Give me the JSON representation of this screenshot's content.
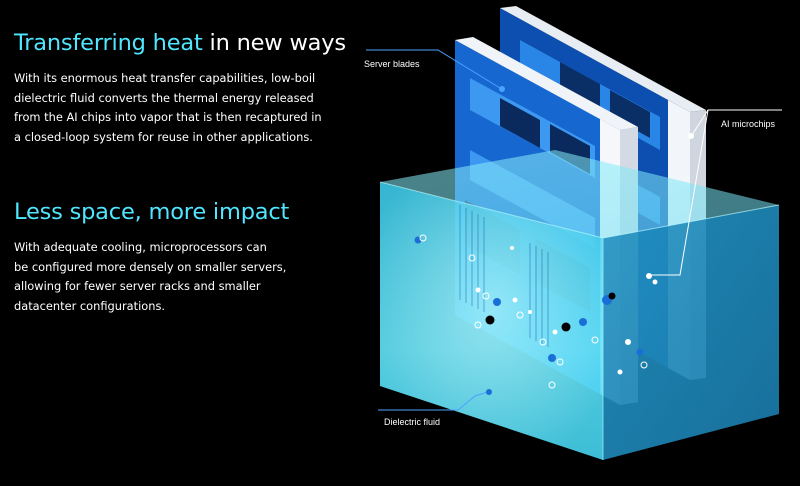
{
  "section1": {
    "title_accent": "Transferring heat",
    "title_rest": " in new ways",
    "body_lines": [
      "With its enormous heat transfer capabilities, low-boil",
      "dielectric fluid converts the thermal energy released",
      "from the AI chips into vapor that is then recaptured in",
      "a closed-loop system for reuse in other applications."
    ]
  },
  "section2": {
    "title_accent": "Less space, more impact",
    "body_lines": [
      "With adequate cooling, microprocessors can",
      "be configured more densely on smaller servers,",
      "allowing for fewer server racks and smaller",
      "datacenter configurations."
    ]
  },
  "callouts": {
    "server_blades": "Server blades",
    "ai_microchips": "AI microchips",
    "dielectric_fluid": "Dielectric fluid"
  },
  "colors": {
    "accent": "#50e6ff",
    "fluid_top": "#7fe7f7",
    "fluid_front": "#3fd0ec",
    "fluid_right": "#2aa8d2",
    "blade_blue": "#1b6fd6",
    "callout_line": "#4aa3ff"
  }
}
